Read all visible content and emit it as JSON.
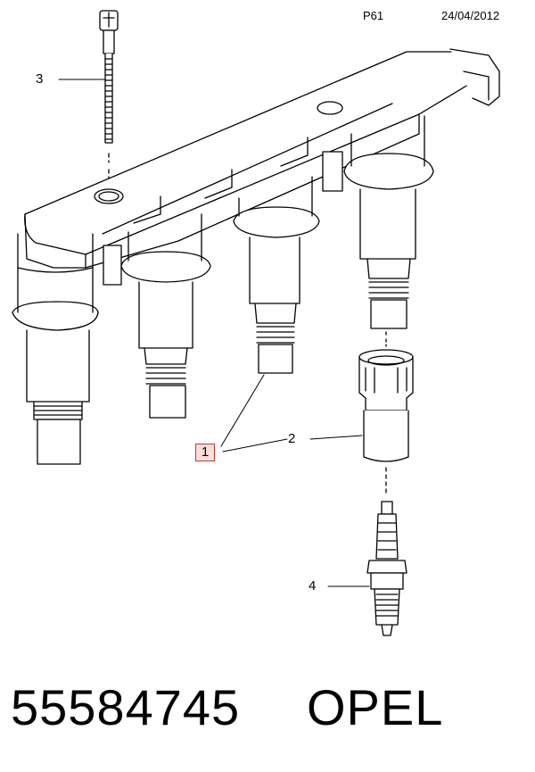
{
  "header": {
    "page_code": "P61",
    "date": "24/04/2012"
  },
  "callouts": [
    {
      "id": "3",
      "label": "3"
    },
    {
      "id": "1",
      "label": "1",
      "highlighted": true
    },
    {
      "id": "2",
      "label": "2"
    },
    {
      "id": "4",
      "label": "4"
    }
  ],
  "footer": {
    "part_number": "55584745",
    "brand": "OPEL"
  },
  "colors": {
    "line": "#000000",
    "highlight_border": "#c0392b",
    "highlight_fill": "#f9dede"
  }
}
